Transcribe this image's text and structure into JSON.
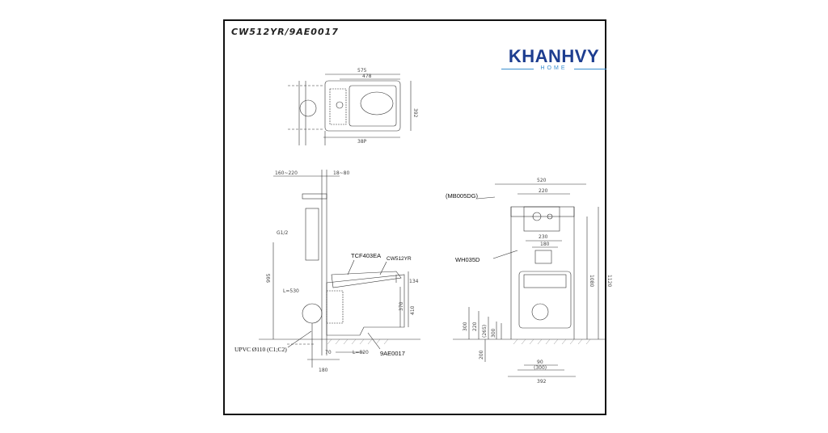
{
  "sheet_title": "CW512YR/9AE0017",
  "logo": {
    "word": "KHANHVY",
    "sub": "HOME",
    "color_primary": "#1d3d8f",
    "color_secondary": "#3a8fd0"
  },
  "top_view": {
    "dims": {
      "overall_width": "575",
      "inner_width": "478",
      "depth": "392",
      "bottom_width": "38P"
    }
  },
  "side_view": {
    "dims": {
      "frame_offset": "160~220",
      "gap": "18~80",
      "inlet": "G1/2",
      "height": "995",
      "length": "L=530",
      "pipe_offset": "70",
      "length2": "L=820",
      "bottom": "180",
      "rim_top": "134",
      "rim_height": "370",
      "bowl_height": "410"
    },
    "callouts": {
      "seat": "TCF403EA",
      "bowl": "CW512YR",
      "drain": "UPVC Ø110 (C1;C2)",
      "bowl_model": "9AE0017"
    }
  },
  "front_view": {
    "dims": {
      "frame_width": "520",
      "plate_width": "220",
      "lower_width": "230",
      "inner_width": "180",
      "total_height": "1120",
      "height_a": "1080",
      "left_a": "300",
      "left_b": "220",
      "left_c": "(265)",
      "left_d": "300",
      "left_e": "200",
      "bottom_a": "90",
      "bottom_b": "(300)",
      "bottom_c": "392"
    },
    "callouts": {
      "flush_plate": "(MB005DG)",
      "frame": "WH035D"
    }
  }
}
